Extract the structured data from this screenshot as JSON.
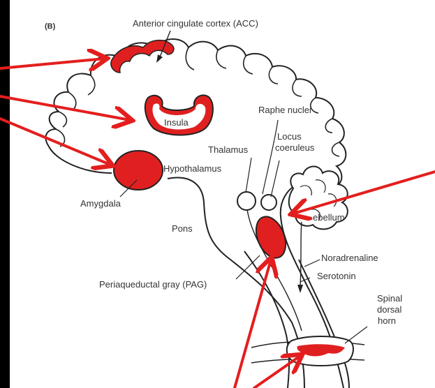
{
  "panel_label": "(B)",
  "labels": {
    "acc": "Anterior cingulate cortex (ACC)",
    "insula": "Insula",
    "hypothalamus": "Hypothalamus",
    "amygdala": "Amygdala",
    "thalamus": "Thalamus",
    "raphe": "Raphe nuclei",
    "locus_line1": "Locus",
    "locus_line2": "coeruleus",
    "cerebellum": "ebellum",
    "pons": "Pons",
    "noradrenaline": "Noradrenaline",
    "serotonin": "Serotonin",
    "pag": "Periaqueductal gray (PAG)",
    "spinal_line1": "Spinal",
    "spinal_line2": "dorsal",
    "spinal_line3": "horn"
  },
  "colors": {
    "background": "#000000",
    "canvas": "#ffffff",
    "outline": "#222222",
    "highlight": "#e02020",
    "arrow": "#e41e1e"
  },
  "arrows": [
    {
      "name": "arrow-to-acc"
    },
    {
      "name": "arrow-to-insula"
    },
    {
      "name": "arrow-to-amygdala"
    },
    {
      "name": "arrow-to-locus-coeruleus"
    },
    {
      "name": "arrow-to-pag"
    },
    {
      "name": "arrow-to-spinal-cord"
    }
  ]
}
